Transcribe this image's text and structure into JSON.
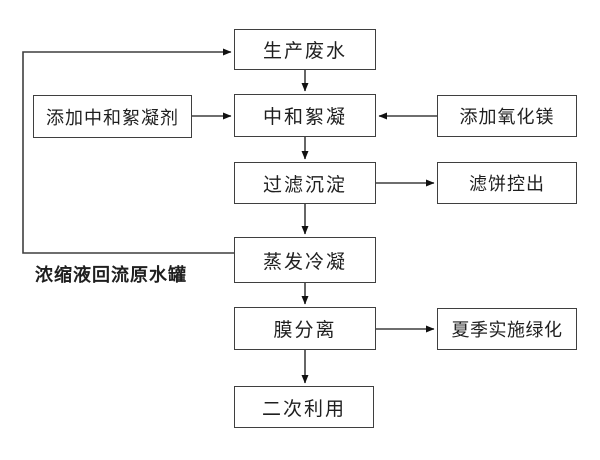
{
  "diagram": {
    "nodes": {
      "production_wastewater": {
        "label": "生产废水"
      },
      "add_neutralizing_flocculant": {
        "label": "添加中和絮凝剂"
      },
      "neutralization_flocculation": {
        "label": "中和絮凝"
      },
      "add_magnesium_oxide": {
        "label": "添加氧化镁"
      },
      "filtration_sedimentation": {
        "label": "过滤沉淀"
      },
      "filter_cake_removal": {
        "label": "滤饼控出"
      },
      "evaporation_condensation": {
        "label": "蒸发冷凝"
      },
      "membrane_separation": {
        "label": "膜分离"
      },
      "summer_greening": {
        "label": "夏季实施绿化"
      },
      "secondary_use": {
        "label": "二次利用"
      }
    },
    "annotations": {
      "recycle_note": "浓缩液回流原水罐"
    },
    "edges": [
      {
        "from": "production_wastewater",
        "to": "neutralization_flocculation"
      },
      {
        "from": "add_neutralizing_flocculant",
        "to": "neutralization_flocculation"
      },
      {
        "from": "add_magnesium_oxide",
        "to": "neutralization_flocculation"
      },
      {
        "from": "neutralization_flocculation",
        "to": "filtration_sedimentation"
      },
      {
        "from": "filtration_sedimentation",
        "to": "filter_cake_removal"
      },
      {
        "from": "filtration_sedimentation",
        "to": "evaporation_condensation"
      },
      {
        "from": "evaporation_condensation",
        "to": "production_wastewater",
        "note": "浓缩液回流原水罐"
      },
      {
        "from": "evaporation_condensation",
        "to": "membrane_separation"
      },
      {
        "from": "membrane_separation",
        "to": "summer_greening"
      },
      {
        "from": "membrane_separation",
        "to": "secondary_use"
      }
    ],
    "colors": {
      "line": "#3f3f3f",
      "arrowhead": "#111111",
      "text": "#1f1f1f",
      "box_background": "#ffffff",
      "page_background": "#ffffff"
    }
  }
}
